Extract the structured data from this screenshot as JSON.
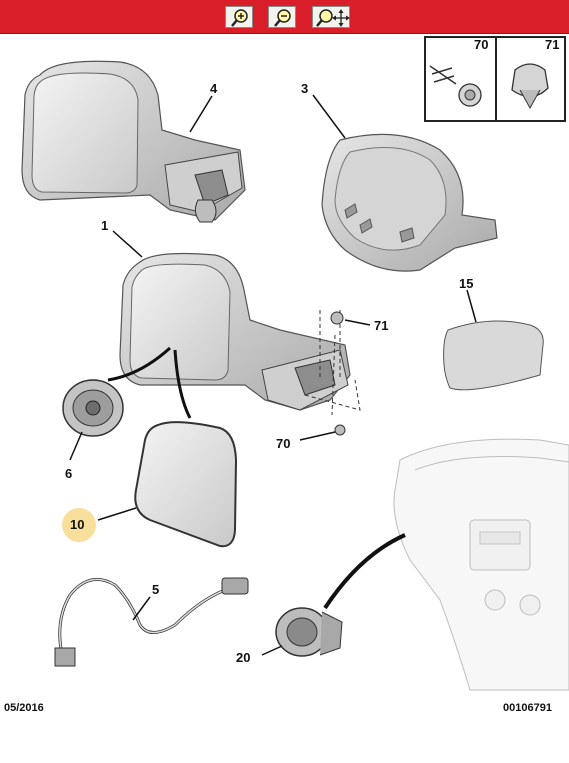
{
  "toolbar": {
    "zoom_in_icon": "zoom-in-icon",
    "zoom_out_icon": "zoom-out-icon",
    "pan_icon": "zoom-pan-icon",
    "color": "#d91e2a"
  },
  "inset": {
    "left_ref": "70",
    "right_ref": "71"
  },
  "callouts": {
    "c1": "1",
    "c3": "3",
    "c4": "4",
    "c5": "5",
    "c6": "6",
    "c10": "10",
    "c15": "15",
    "c20": "20",
    "c70": "70",
    "c71": "71"
  },
  "highlight_color": "#f7d98a",
  "footer": {
    "date": "05/2016",
    "doc_number": "00106791"
  }
}
